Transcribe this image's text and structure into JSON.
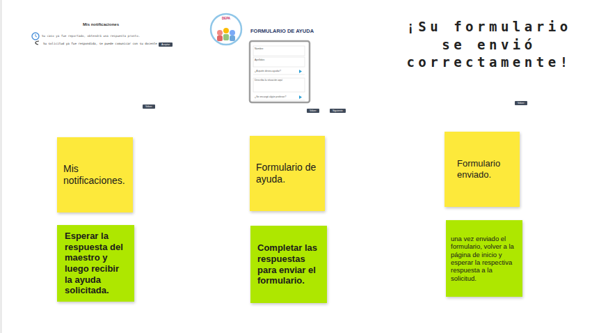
{
  "diagram": {
    "nodes": [
      {
        "text": [
          "Mis notificaciones."
        ]
      },
      {
        "text": [
          "Formulario de ayuda."
        ]
      },
      {
        "text": [
          "Formulario enviado."
        ]
      },
      {
        "text": [
          "Esperar la respuesta del maestro y luego recibir la ayuda solicitada."
        ]
      },
      {
        "text": [
          "Completar las respuestas para enviar el formulario."
        ]
      },
      {
        "text": [
          "una vez enviado el formulario, volver a la página de inicio y esperar la respectiva respuesta a la solicitud."
        ]
      }
    ],
    "labels": [
      "Mis notificaciones",
      "Su caso ya fue reportado, obtendrá una respuesta pronto.",
      "Su solicitud ya fue respondida, se puede comunicar con su docente",
      "Aceptar",
      "Volver",
      "DEPA",
      "FORMULARIO DE AYUDA",
      "Nombre",
      "Apellidos",
      "¿A quién desea ayudar?",
      "Describa la situación aquí",
      "¿Se encargó algún profesor?",
      "Volver",
      "Siguiente",
      "¡Su formulario se envió correctamente!",
      "Volver"
    ]
  }
}
